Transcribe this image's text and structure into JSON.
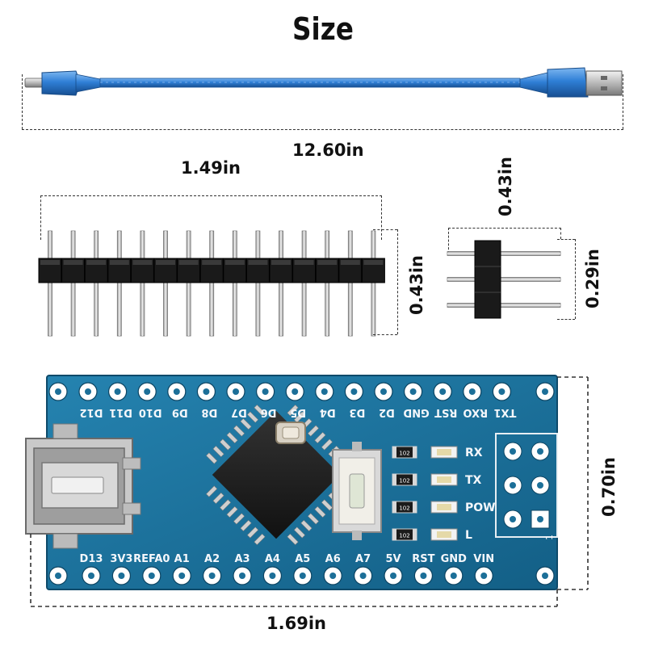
{
  "title": "Size",
  "cable": {
    "length_label": "12.60in"
  },
  "header_long": {
    "width_label": "1.49in",
    "height_label": "0.43in",
    "pin_count": 15
  },
  "header_short": {
    "width_label": "0.43in",
    "height_label": "0.29in",
    "pin_count": 3
  },
  "board": {
    "width_label": "1.69in",
    "height_label": "0.70in",
    "top_pins": [
      "D12",
      "D11",
      "D10",
      "D9",
      "D8",
      "D7",
      "D6",
      "D5",
      "D4",
      "D3",
      "D2",
      "GND",
      "RST",
      "RXO",
      "TX1"
    ],
    "bottom_pins": [
      "D13",
      "3V3",
      "REFA0",
      "A1",
      "A2",
      "A3",
      "A4",
      "A5",
      "A6",
      "A7",
      "5V",
      "RST",
      "GND",
      "VIN"
    ],
    "leds": [
      "RX",
      "TX",
      "POW",
      "L"
    ],
    "resistor_code": "102",
    "icsp_mark": "1",
    "colors": {
      "pcb": "#1b6e96",
      "pcb_dark": "#0f4e70",
      "pad": "#ffffff",
      "chip": "#1e1e1e"
    }
  },
  "colors": {
    "cable": "#2f7fd6",
    "cable_dark": "#1e5ea8"
  }
}
